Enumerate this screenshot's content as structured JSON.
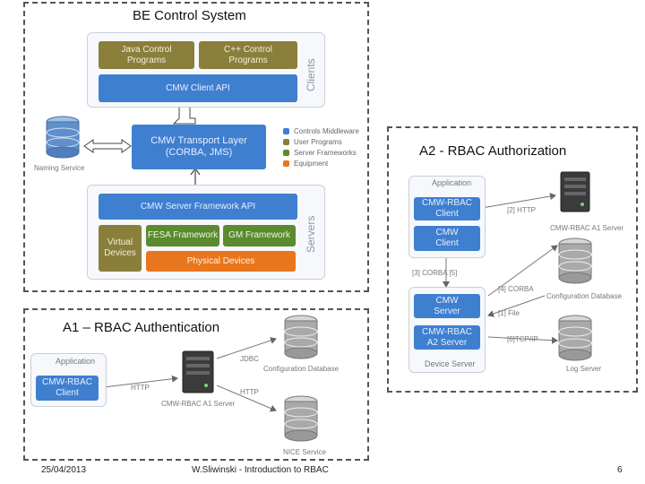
{
  "footer": {
    "date": "25/04/2013",
    "author_title": "W.Sliwinski - Introduction to RBAC",
    "page": "6"
  },
  "be_system": {
    "title": "BE Control System",
    "clients_label": "Clients",
    "servers_label": "Servers",
    "java_programs": "Java Control\nPrograms",
    "cpp_programs": "C++ Control\nPrograms",
    "client_api": "CMW Client API",
    "transport": "CMW Transport Layer\n(CORBA, JMS)",
    "server_api": "CMW Server Framework API",
    "virtual_devices": "Virtual\nDevices",
    "fesa": "FESA Framework",
    "gm": "GM Framework",
    "physical_devices": "Physical Devices",
    "naming_service": "Naming Service",
    "legend": [
      {
        "label": "Controls Middleware",
        "color": "#3f7fcf"
      },
      {
        "label": "User Programs",
        "color": "#8a7e3b"
      },
      {
        "label": "Server Frameworks",
        "color": "#5b8a2f"
      },
      {
        "label": "Equipment",
        "color": "#e8761c"
      }
    ]
  },
  "a1": {
    "title": "A1 – RBAC Authentication",
    "application": "Application",
    "rbac_client": "CMW-RBAC\nClient",
    "http_left": "HTTP",
    "jdbc": "JDBC",
    "http_right": "HTTP",
    "config_db": "Configuration Database",
    "rbac_server": "CMW-RBAC A1 Server",
    "nice_service": "NICE Service"
  },
  "a2": {
    "title": "A2 - RBAC Authorization",
    "application": "Application",
    "rbac_client": "CMW-RBAC\nClient",
    "cmw_client": "CMW\nClient",
    "http2": "[2] HTTP",
    "rbac_server": "CMW-RBAC A1 Server",
    "corba3": "[3] CORBA [5]",
    "corba4": "[4] CORBA",
    "config_db": "Configuration Database",
    "cmw_server": "CMW\nServer",
    "file1": "[1] File",
    "rbac_a2": "CMW-RBAC\nA2 Server",
    "tcp6": "[6]TCP/IP",
    "device_server": "Device Server",
    "log_server": "Log Server"
  }
}
